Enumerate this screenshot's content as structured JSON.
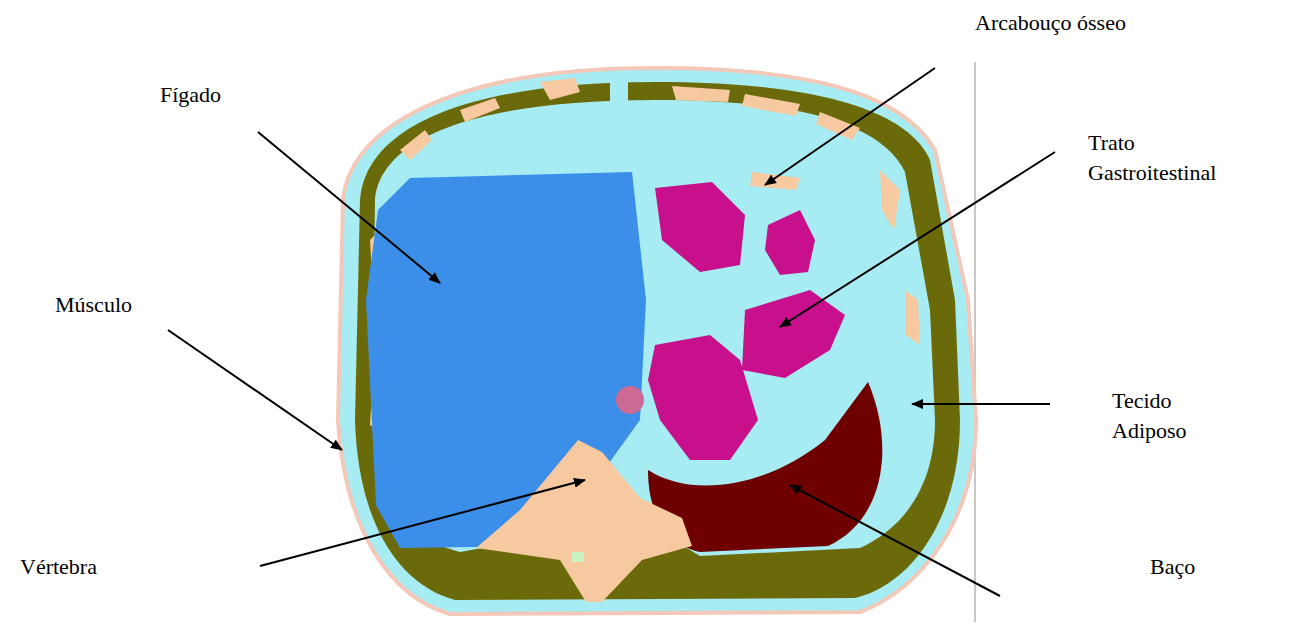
{
  "diagram": {
    "labels": [
      "Arcabouço ósseo",
      "Fígado",
      "Trato Gastroitestinal",
      "Músculo",
      "Tecido Adiposo",
      "Vértebra",
      "Baço"
    ]
  }
}
